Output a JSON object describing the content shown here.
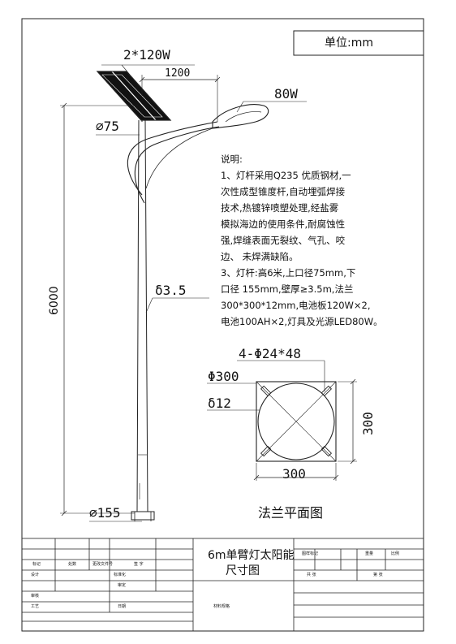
{
  "header": {
    "unit_label": "单位:mm"
  },
  "pole": {
    "panel_label": "2*120W",
    "arm_length": "1200",
    "lamp_label": "80W",
    "top_diameter": "∅75",
    "wall_thickness": "δ3.5",
    "height": "6000",
    "bottom_diameter": "∅155"
  },
  "notes": {
    "title": "说明:",
    "lines": [
      "1、灯杆采用Q235 优质钢材,一",
      "次性成型锥度杆,自动埋弧焊接",
      "技术,热镀锌喷塑处理,经盐雾",
      "模拟海边的使用条件,耐腐蚀性",
      "强,焊缝表面无裂纹、气孔、咬",
      "边、 未焊满缺陷。",
      "3、灯杆:高6米,上口径75mm,下",
      "口径 155mm,壁厚≥3.5m,法兰",
      "300*300*12mm,电池板120W×2,",
      "电池100AH×2,灯具及光源LED80W。"
    ]
  },
  "flange": {
    "holes_label": "4-Φ24*48",
    "circle_label": "Φ300",
    "thickness_label": "δ12",
    "width_label": "300",
    "height_label": "300",
    "caption": "法兰平面图"
  },
  "title_block": {
    "drawing_title_line1": "6m单臂灯太阳能",
    "drawing_title_line2": "尺寸图",
    "cells": {
      "biaoji": "标记",
      "chushu": "处数",
      "genggai": "更改文件号",
      "qianzi": "签 字",
      "sheji": "设计",
      "biaozhunhua": "标准化",
      "shenhe": "审核",
      "shending": "审定",
      "gongyi": "工艺",
      "riqi": "日期",
      "cailiao": "材料规格",
      "tuyang": "图样标记",
      "zhongliang": "重量",
      "bili": "比例",
      "gong": "共 张",
      "di": "第 张"
    }
  }
}
